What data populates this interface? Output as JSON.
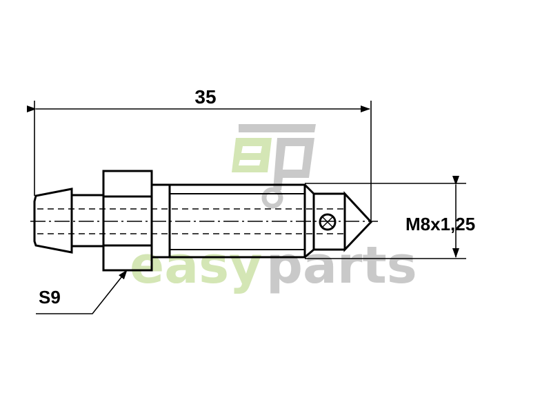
{
  "drawing": {
    "overall_length_label": "35",
    "thread_label": "M8x1,25",
    "wrench_size_label": "S9"
  },
  "watermark": {
    "logo_text": "ep",
    "brand_word_1": "easy",
    "brand_word_2": "parts",
    "colors": {
      "green": "#d4e6b5",
      "gray": "#c9c9c9"
    }
  }
}
